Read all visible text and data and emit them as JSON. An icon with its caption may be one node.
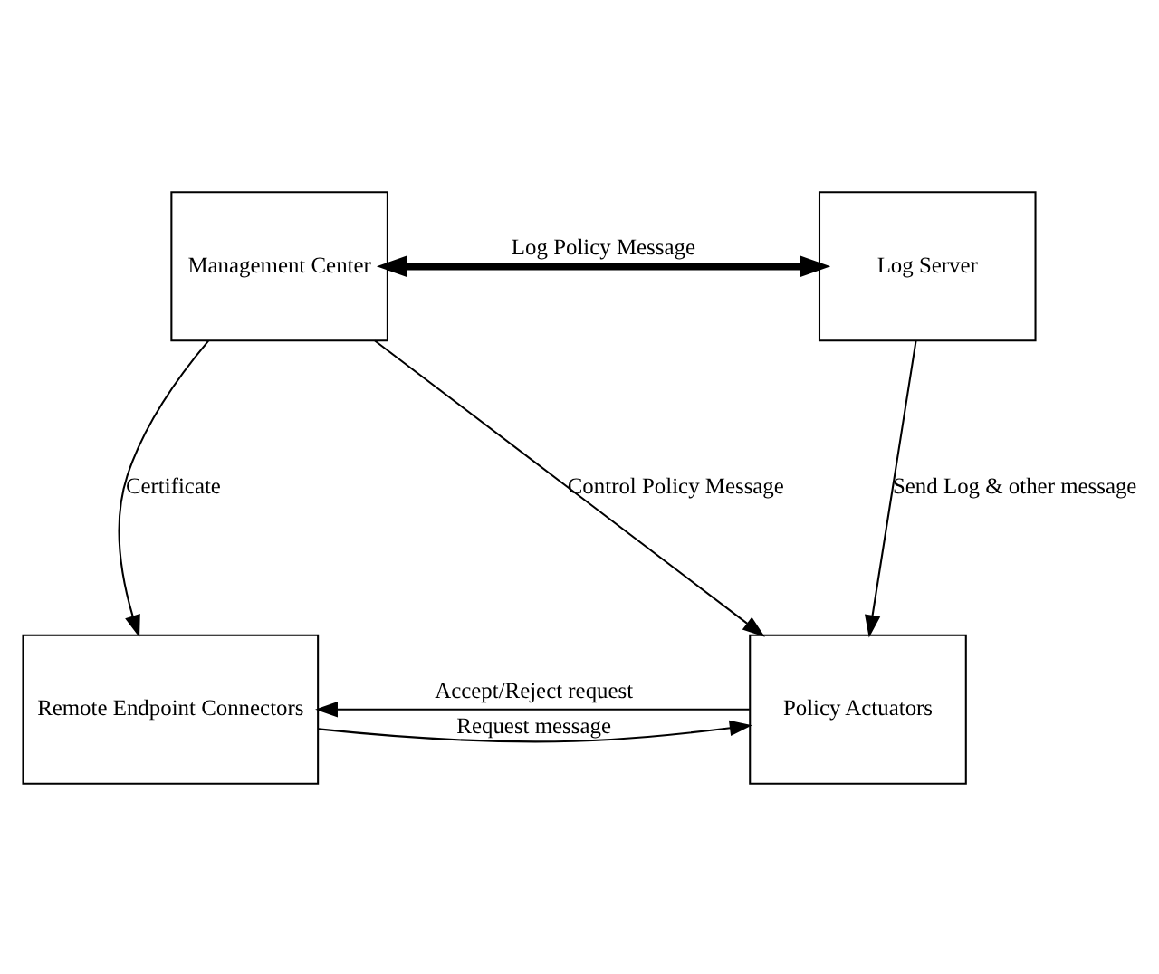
{
  "diagram": {
    "nodes": [
      {
        "text": [
          "Management Center"
        ]
      },
      {
        "text": [
          "Log Server"
        ]
      },
      {
        "text": [
          "Remote Endpoint Connectors"
        ]
      },
      {
        "text": [
          "Policy Actuators"
        ]
      }
    ],
    "edges": [
      {
        "from": 0,
        "to": 1,
        "arrow": "both",
        "label": "Log Policy Message",
        "style": "thick"
      },
      {
        "from": 0,
        "to": 2,
        "arrow": "to",
        "label": "Certificate"
      },
      {
        "from": 0,
        "to": 3,
        "arrow": "to",
        "label": "Control Policy Message"
      },
      {
        "from": 1,
        "to": 3,
        "arrow": "to",
        "label": "Send Log & other message"
      },
      {
        "from": 2,
        "to": 3,
        "arrow": "to",
        "label": "Request message"
      },
      {
        "from": 3,
        "to": 2,
        "arrow": "to",
        "label": "Accept/Reject request"
      }
    ]
  }
}
